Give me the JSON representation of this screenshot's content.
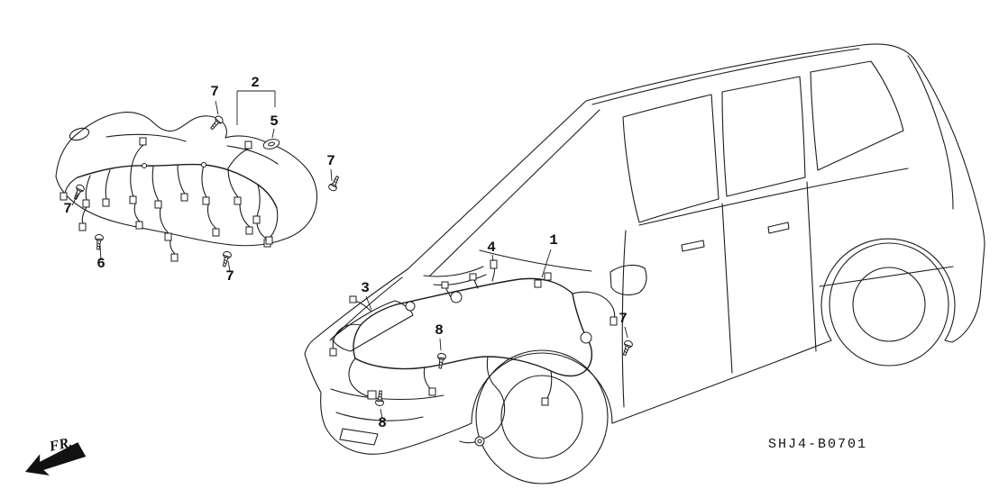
{
  "diagram": {
    "part_code": "SHJ4-B0701",
    "direction_label": "FR.",
    "callouts": {
      "ip_bolt_top": "7",
      "ip_harness": "2",
      "ip_grommet": "5",
      "ip_bolt_right": "7",
      "ip_bolt_left": "7",
      "ip_bolt_6": "6",
      "ip_bolt_bottom": "7",
      "cabin_4": "4",
      "cabin_1": "1",
      "engine_3": "3",
      "engine_8_upper": "8",
      "body_bolt_7": "7",
      "engine_8_lower": "8"
    },
    "colors": {
      "line": "#1d1d1d",
      "background": "#ffffff"
    }
  }
}
